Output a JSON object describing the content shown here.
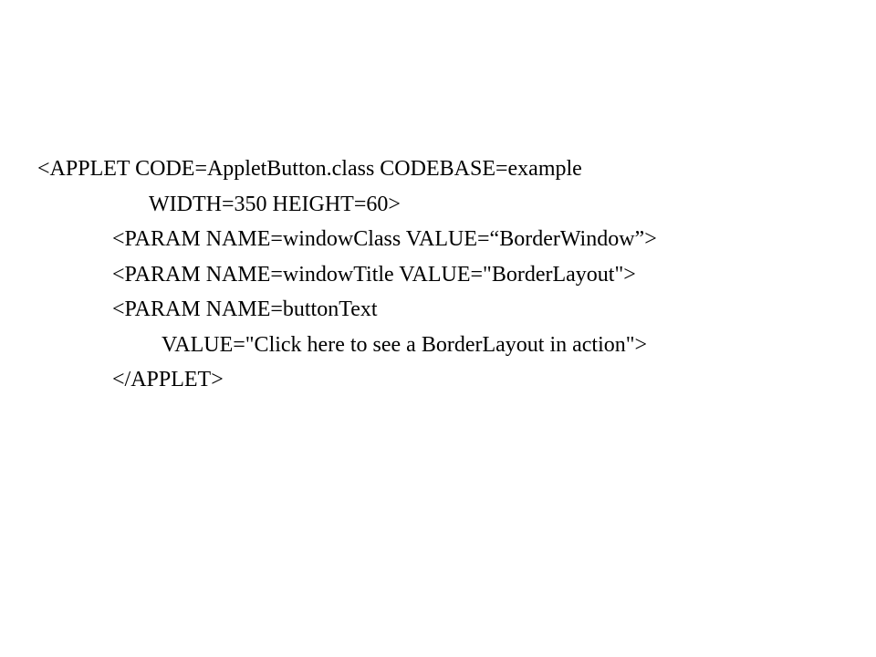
{
  "lines": [
    "<APPLET CODE=AppletButton.class CODEBASE=example",
    "WIDTH=350 HEIGHT=60>",
    "<PARAM NAME=windowClass VALUE=“BorderWindow”>",
    "<PARAM NAME=windowTitle VALUE=\"BorderLayout\">",
    "<PARAM NAME=buttonText",
    "VALUE=\"Click here to see a BorderLayout in action\">",
    "</APPLET>"
  ],
  "colors": {
    "text": "#000000",
    "background": "#ffffff"
  }
}
